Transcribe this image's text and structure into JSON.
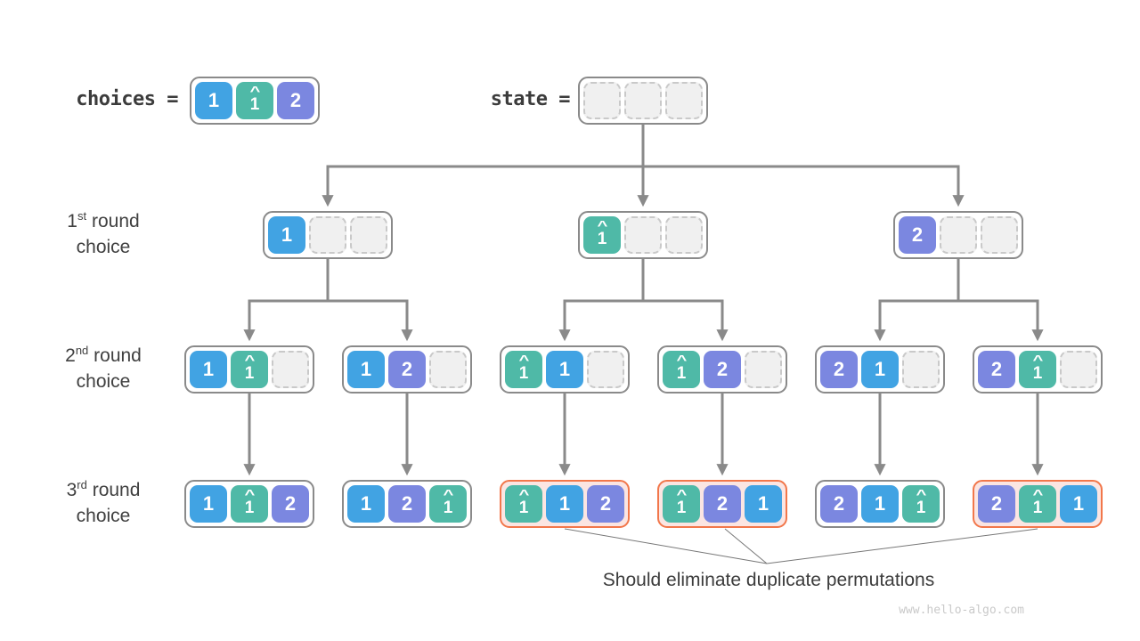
{
  "palette": {
    "blue": "#41a3e3",
    "teal": "#4fb9a7",
    "purple": "#7b87e0",
    "box_border": "#8a8a8a",
    "empty_fill": "#f0f0f0",
    "empty_border": "#c9c9c9",
    "arrow": "#8a8a8a",
    "highlight_border": "#f2774b",
    "highlight_fill": "#fbe5e2",
    "thin_line": "#777777",
    "text_dark": "#3c3c3c",
    "label_gray": "#404040",
    "watermark_gray": "#c9c9c9"
  },
  "header": {
    "choices_label": "choices =",
    "choices_cells": [
      "1",
      "1^",
      "2"
    ],
    "state_label": "state =",
    "state_cells": [
      "",
      "",
      ""
    ]
  },
  "row_labels": [
    {
      "ordinal": "1",
      "suffix": "st",
      "rest": "round",
      "line2": "choice"
    },
    {
      "ordinal": "2",
      "suffix": "nd",
      "rest": "round",
      "line2": "choice"
    },
    {
      "ordinal": "3",
      "suffix": "rd",
      "rest": "round",
      "line2": "choice"
    }
  ],
  "levels": [
    {
      "name": "round-1",
      "boxes": [
        {
          "cells": [
            "1",
            "",
            ""
          ]
        },
        {
          "cells": [
            "1^",
            "",
            ""
          ]
        },
        {
          "cells": [
            "2",
            "",
            ""
          ]
        }
      ]
    },
    {
      "name": "round-2",
      "boxes": [
        {
          "cells": [
            "1",
            "1^",
            ""
          ]
        },
        {
          "cells": [
            "1",
            "2",
            ""
          ]
        },
        {
          "cells": [
            "1^",
            "1",
            ""
          ]
        },
        {
          "cells": [
            "1^",
            "2",
            ""
          ]
        },
        {
          "cells": [
            "2",
            "1",
            ""
          ]
        },
        {
          "cells": [
            "2",
            "1^",
            ""
          ]
        }
      ]
    },
    {
      "name": "round-3",
      "boxes": [
        {
          "cells": [
            "1",
            "1^",
            "2"
          ]
        },
        {
          "cells": [
            "1",
            "2",
            "1^"
          ]
        },
        {
          "cells": [
            "1^",
            "1",
            "2"
          ],
          "highlight": true
        },
        {
          "cells": [
            "1^",
            "2",
            "1"
          ],
          "highlight": true
        },
        {
          "cells": [
            "2",
            "1",
            "1^"
          ]
        },
        {
          "cells": [
            "2",
            "1^",
            "1"
          ],
          "highlight": true
        }
      ]
    }
  ],
  "annotation": "Should eliminate duplicate permutations",
  "watermark": "www.hello-algo.com"
}
